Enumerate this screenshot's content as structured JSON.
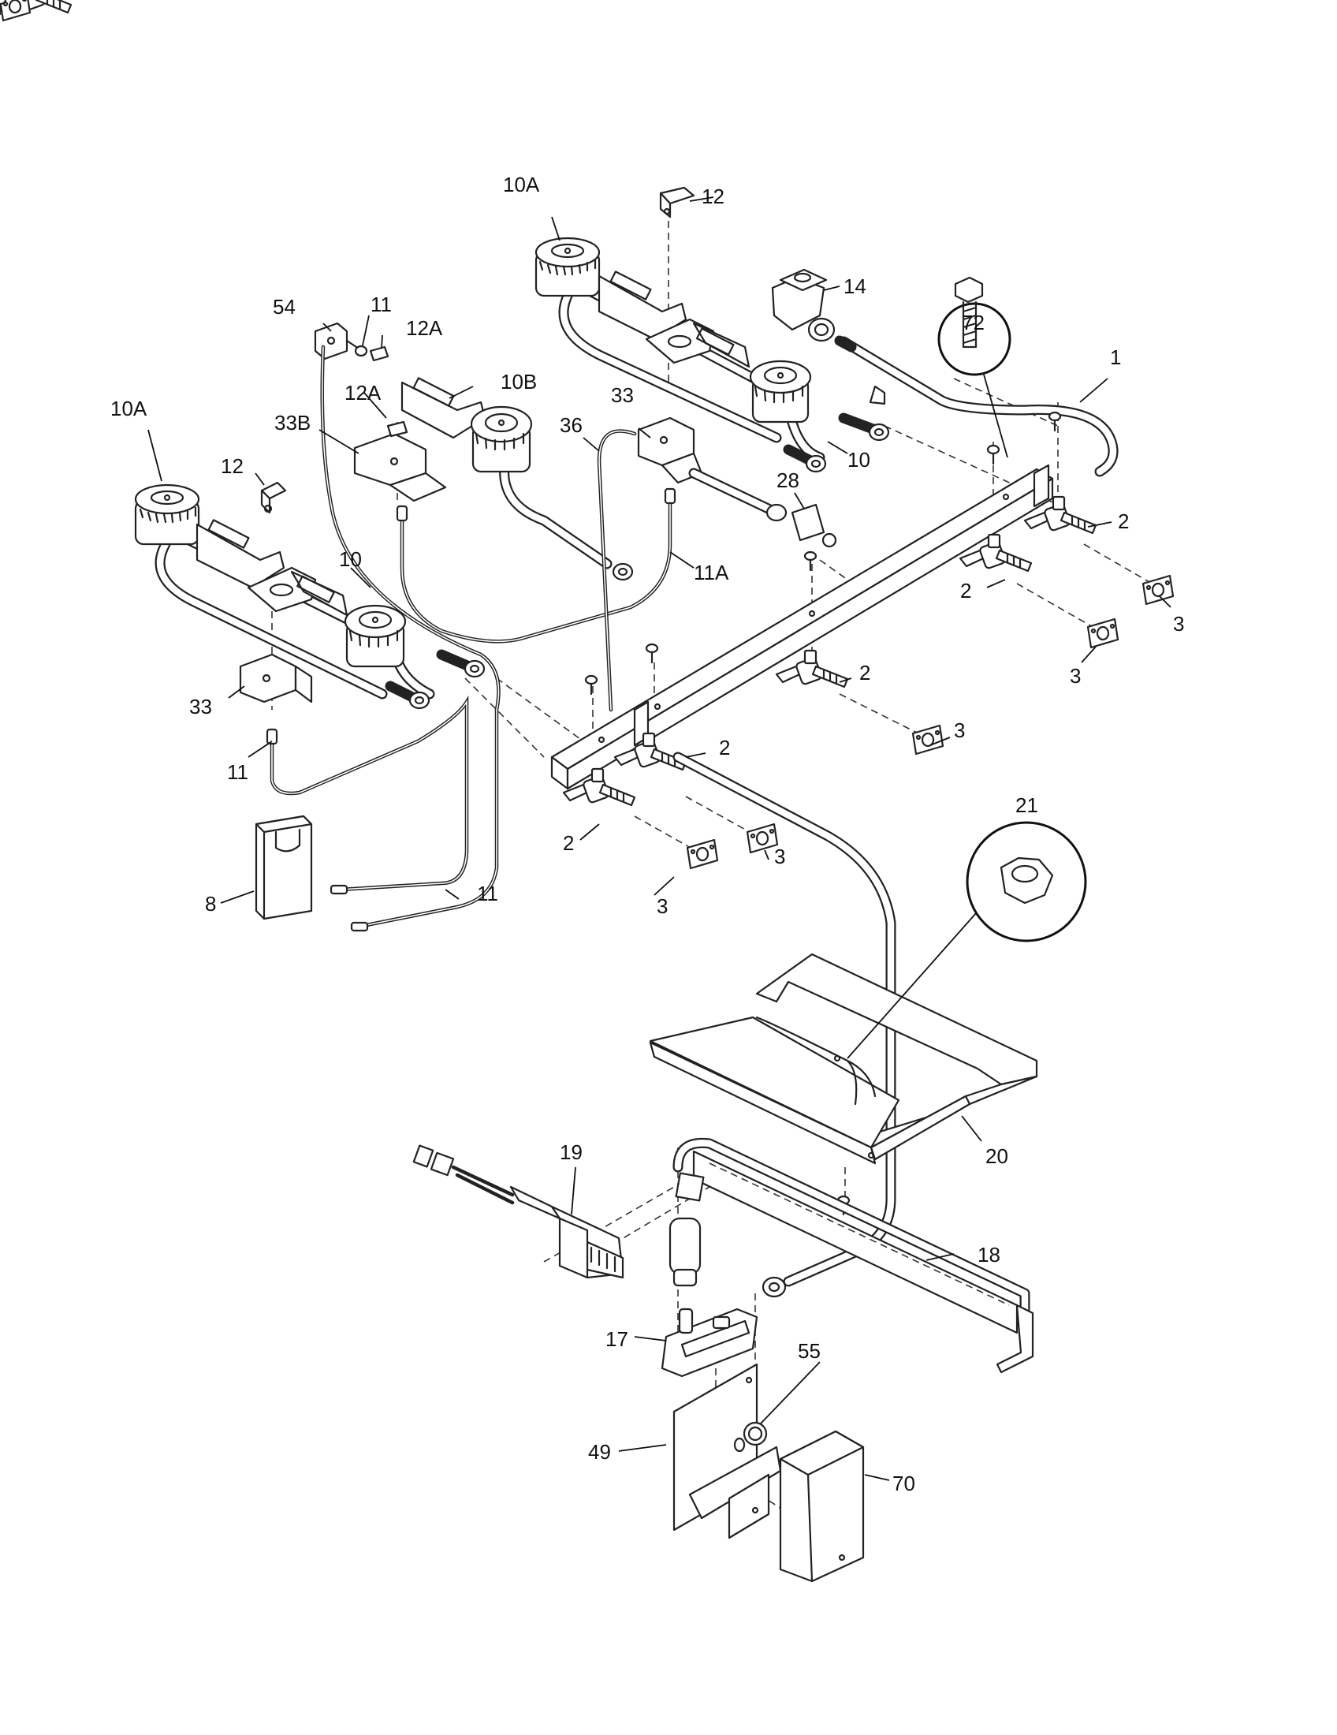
{
  "parts": [
    {
      "id": "p1",
      "label": "1"
    },
    {
      "id": "p2a",
      "label": "2"
    },
    {
      "id": "p2b",
      "label": "2"
    },
    {
      "id": "p2c",
      "label": "2"
    },
    {
      "id": "p2d",
      "label": "2"
    },
    {
      "id": "p2e",
      "label": "2"
    },
    {
      "id": "p3a",
      "label": "3"
    },
    {
      "id": "p3b",
      "label": "3"
    },
    {
      "id": "p3c",
      "label": "3"
    },
    {
      "id": "p3d",
      "label": "3"
    },
    {
      "id": "p3e",
      "label": "3"
    },
    {
      "id": "p8",
      "label": "8"
    },
    {
      "id": "p10a",
      "label": "10"
    },
    {
      "id": "p10b",
      "label": "10"
    },
    {
      "id": "p10A1",
      "label": "10A"
    },
    {
      "id": "p10A2",
      "label": "10A"
    },
    {
      "id": "p10B",
      "label": "10B"
    },
    {
      "id": "p11a",
      "label": "11"
    },
    {
      "id": "p11b",
      "label": "11"
    },
    {
      "id": "p11c",
      "label": "11"
    },
    {
      "id": "p11A",
      "label": "11A"
    },
    {
      "id": "p12a",
      "label": "12"
    },
    {
      "id": "p12b",
      "label": "12"
    },
    {
      "id": "p12A1",
      "label": "12A"
    },
    {
      "id": "p12A2",
      "label": "12A"
    },
    {
      "id": "p14",
      "label": "14"
    },
    {
      "id": "p17",
      "label": "17"
    },
    {
      "id": "p18",
      "label": "18"
    },
    {
      "id": "p19",
      "label": "19"
    },
    {
      "id": "p20",
      "label": "20"
    },
    {
      "id": "p21",
      "label": "21"
    },
    {
      "id": "p28",
      "label": "28"
    },
    {
      "id": "p33a",
      "label": "33"
    },
    {
      "id": "p33b",
      "label": "33"
    },
    {
      "id": "p33B",
      "label": "33B"
    },
    {
      "id": "p36",
      "label": "36"
    },
    {
      "id": "p49",
      "label": "49"
    },
    {
      "id": "p54",
      "label": "54"
    },
    {
      "id": "p55",
      "label": "55"
    },
    {
      "id": "p70",
      "label": "70"
    },
    {
      "id": "p72",
      "label": "72"
    }
  ]
}
